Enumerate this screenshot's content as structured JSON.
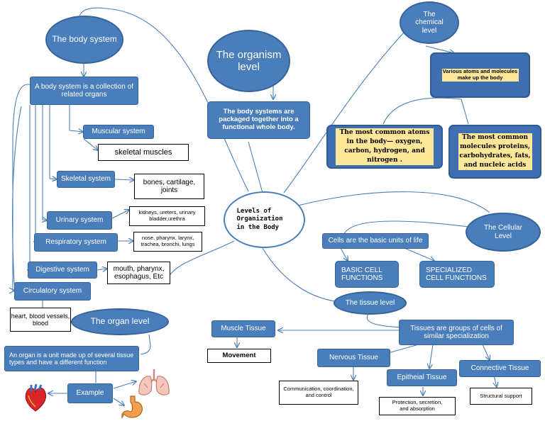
{
  "center": "Levels of Organization in the Body",
  "body_system": {
    "title": "The body system",
    "definition": "A body system  is a collection of related organs",
    "muscular": {
      "label": "Muscular system",
      "detail": "skeletal muscles"
    },
    "skeletal": {
      "label": "Skeletal system",
      "detail": "bones, cartilage, joints"
    },
    "urinary": {
      "label": "Urinary system",
      "detail": "kidneys, ureters, urinary bladder,urethra"
    },
    "respiratory": {
      "label": "Respiratory system",
      "detail": "nose, pharynx, larynx, trachea, bronchi, lungs"
    },
    "digestive": {
      "label": "Digestive system",
      "detail": "mouth, pharynx, esophagus, Etc"
    },
    "circulatory": {
      "label": "Circulatory system",
      "detail": "heart, blood vessels,  blood"
    }
  },
  "organism": {
    "title": "The organism level",
    "detail": "The body systems are packaged together into a functional whole body."
  },
  "chemical": {
    "title": "The chemical level",
    "detail": "Various atoms and molecules make up the body",
    "atoms": "The most common atoms in the body— oxygen, carbon, hydrogen, and nitrogen .",
    "molecules": "The most common molecules proteins, carbohydrates, fats, and nucleic acids"
  },
  "cellular": {
    "title": "The Cellular Level",
    "detail": "Cells are the basic units of life",
    "basic": "BASIC CELL FUNCTIONS",
    "specialized": "SPECIALIZED CELL FUNCTIONS"
  },
  "tissue": {
    "title": "The tissue level",
    "detail": "Tissues are groups  of cells of similar specialization",
    "muscle": {
      "label": "Muscle Tissue",
      "detail": "Movement"
    },
    "nervous": {
      "label": "Nervous Tissue",
      "detail": "Communication, coordination, and control"
    },
    "epithelial": {
      "label": "Epitheial Tissue",
      "detail": "Protection, secretion, and absorption"
    },
    "connective": {
      "label": "Connective Tissue",
      "detail": "Structural support"
    }
  },
  "organ": {
    "title": "The organ level",
    "detail": "An organ is a unit  made up of several tissue types and have a different function",
    "example": "Example",
    "icons": [
      "heart-icon",
      "lungs-icon",
      "stomach-icon"
    ]
  },
  "colors": {
    "node": "#4a7ebb",
    "node_border": "#36639c",
    "highlight": "#ffe79a",
    "line": "#4a7ebb"
  }
}
